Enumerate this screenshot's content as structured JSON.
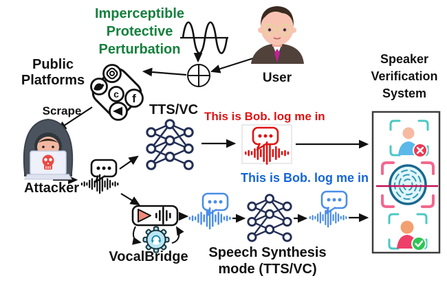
{
  "diagram": {
    "title": "Imperceptible Protective Perturbation",
    "title_color": "#15803d",
    "labels": {
      "public_platforms": "Public Platforms",
      "scrape": "Scrape",
      "user": "User",
      "attacker": "Attacker",
      "ttsvc": "TTS/VC",
      "vocalbridge": "VocalBridge",
      "synthesis_mode": "Speech Synthesis mode (TTS/VC)",
      "svs_title": "Speaker Verification System"
    },
    "phrases": {
      "direct": {
        "text": "This is Bob. log me in",
        "color": "#e11212"
      },
      "synthesized": {
        "text": "This is Bob. log me in",
        "color": "#1565d8"
      }
    },
    "glyphs": {
      "facebook": "f",
      "copyright": "c"
    },
    "colors": {
      "network_navy": "#232f55",
      "audio_blue": "#4a8de8",
      "attack_red": "#e11212",
      "gear_cyan": "#b9e6f4",
      "bracket_teal": "#4cc8c4",
      "bracket_pink": "#f2688e",
      "fail_red": "#ea3b55",
      "pass_green": "#2dc653"
    }
  }
}
